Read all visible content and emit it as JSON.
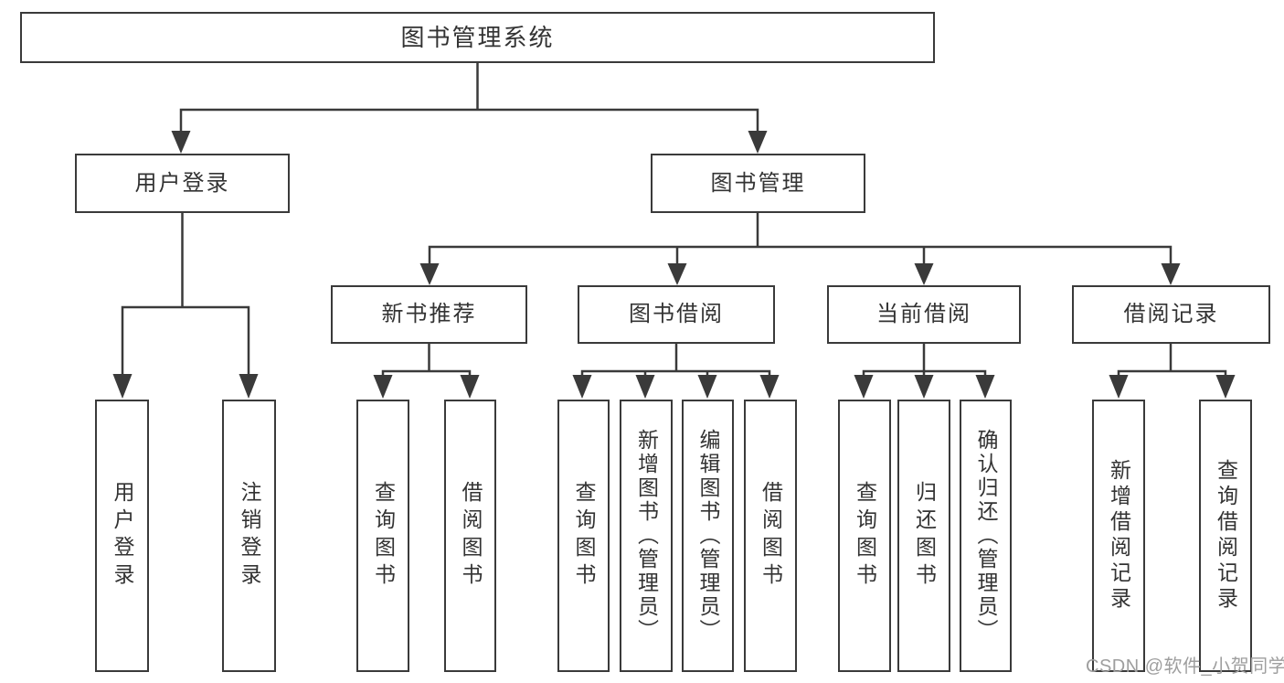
{
  "colors": {
    "line": "#3a3a3a",
    "box_border": "#3a3a3a",
    "box_background": "#ffffff",
    "text": "#333333",
    "watermark": "#9e9e9e"
  },
  "watermark": {
    "text": "CSDN @软件_小贺同学"
  },
  "diagram": {
    "root": {
      "label": "图书管理系统",
      "children": [
        {
          "label": "用户登录",
          "children": [
            {
              "label": "用户登录"
            },
            {
              "label": "注销登录"
            }
          ]
        },
        {
          "label": "图书管理",
          "children": [
            {
              "label": "新书推荐",
              "children": [
                {
                  "label": "查询图书"
                },
                {
                  "label": "借阅图书"
                }
              ]
            },
            {
              "label": "图书借阅",
              "children": [
                {
                  "label": "查询图书"
                },
                {
                  "label": "新增图书（管理员）"
                },
                {
                  "label": "编辑图书（管理员）"
                },
                {
                  "label": "借阅图书"
                }
              ]
            },
            {
              "label": "当前借阅",
              "children": [
                {
                  "label": "查询图书"
                },
                {
                  "label": "归还图书"
                },
                {
                  "label": "确认归还（管理员）"
                }
              ]
            },
            {
              "label": "借阅记录",
              "children": [
                {
                  "label": "新增借阅记录"
                },
                {
                  "label": "查询借阅记录"
                }
              ]
            }
          ]
        }
      ]
    }
  }
}
